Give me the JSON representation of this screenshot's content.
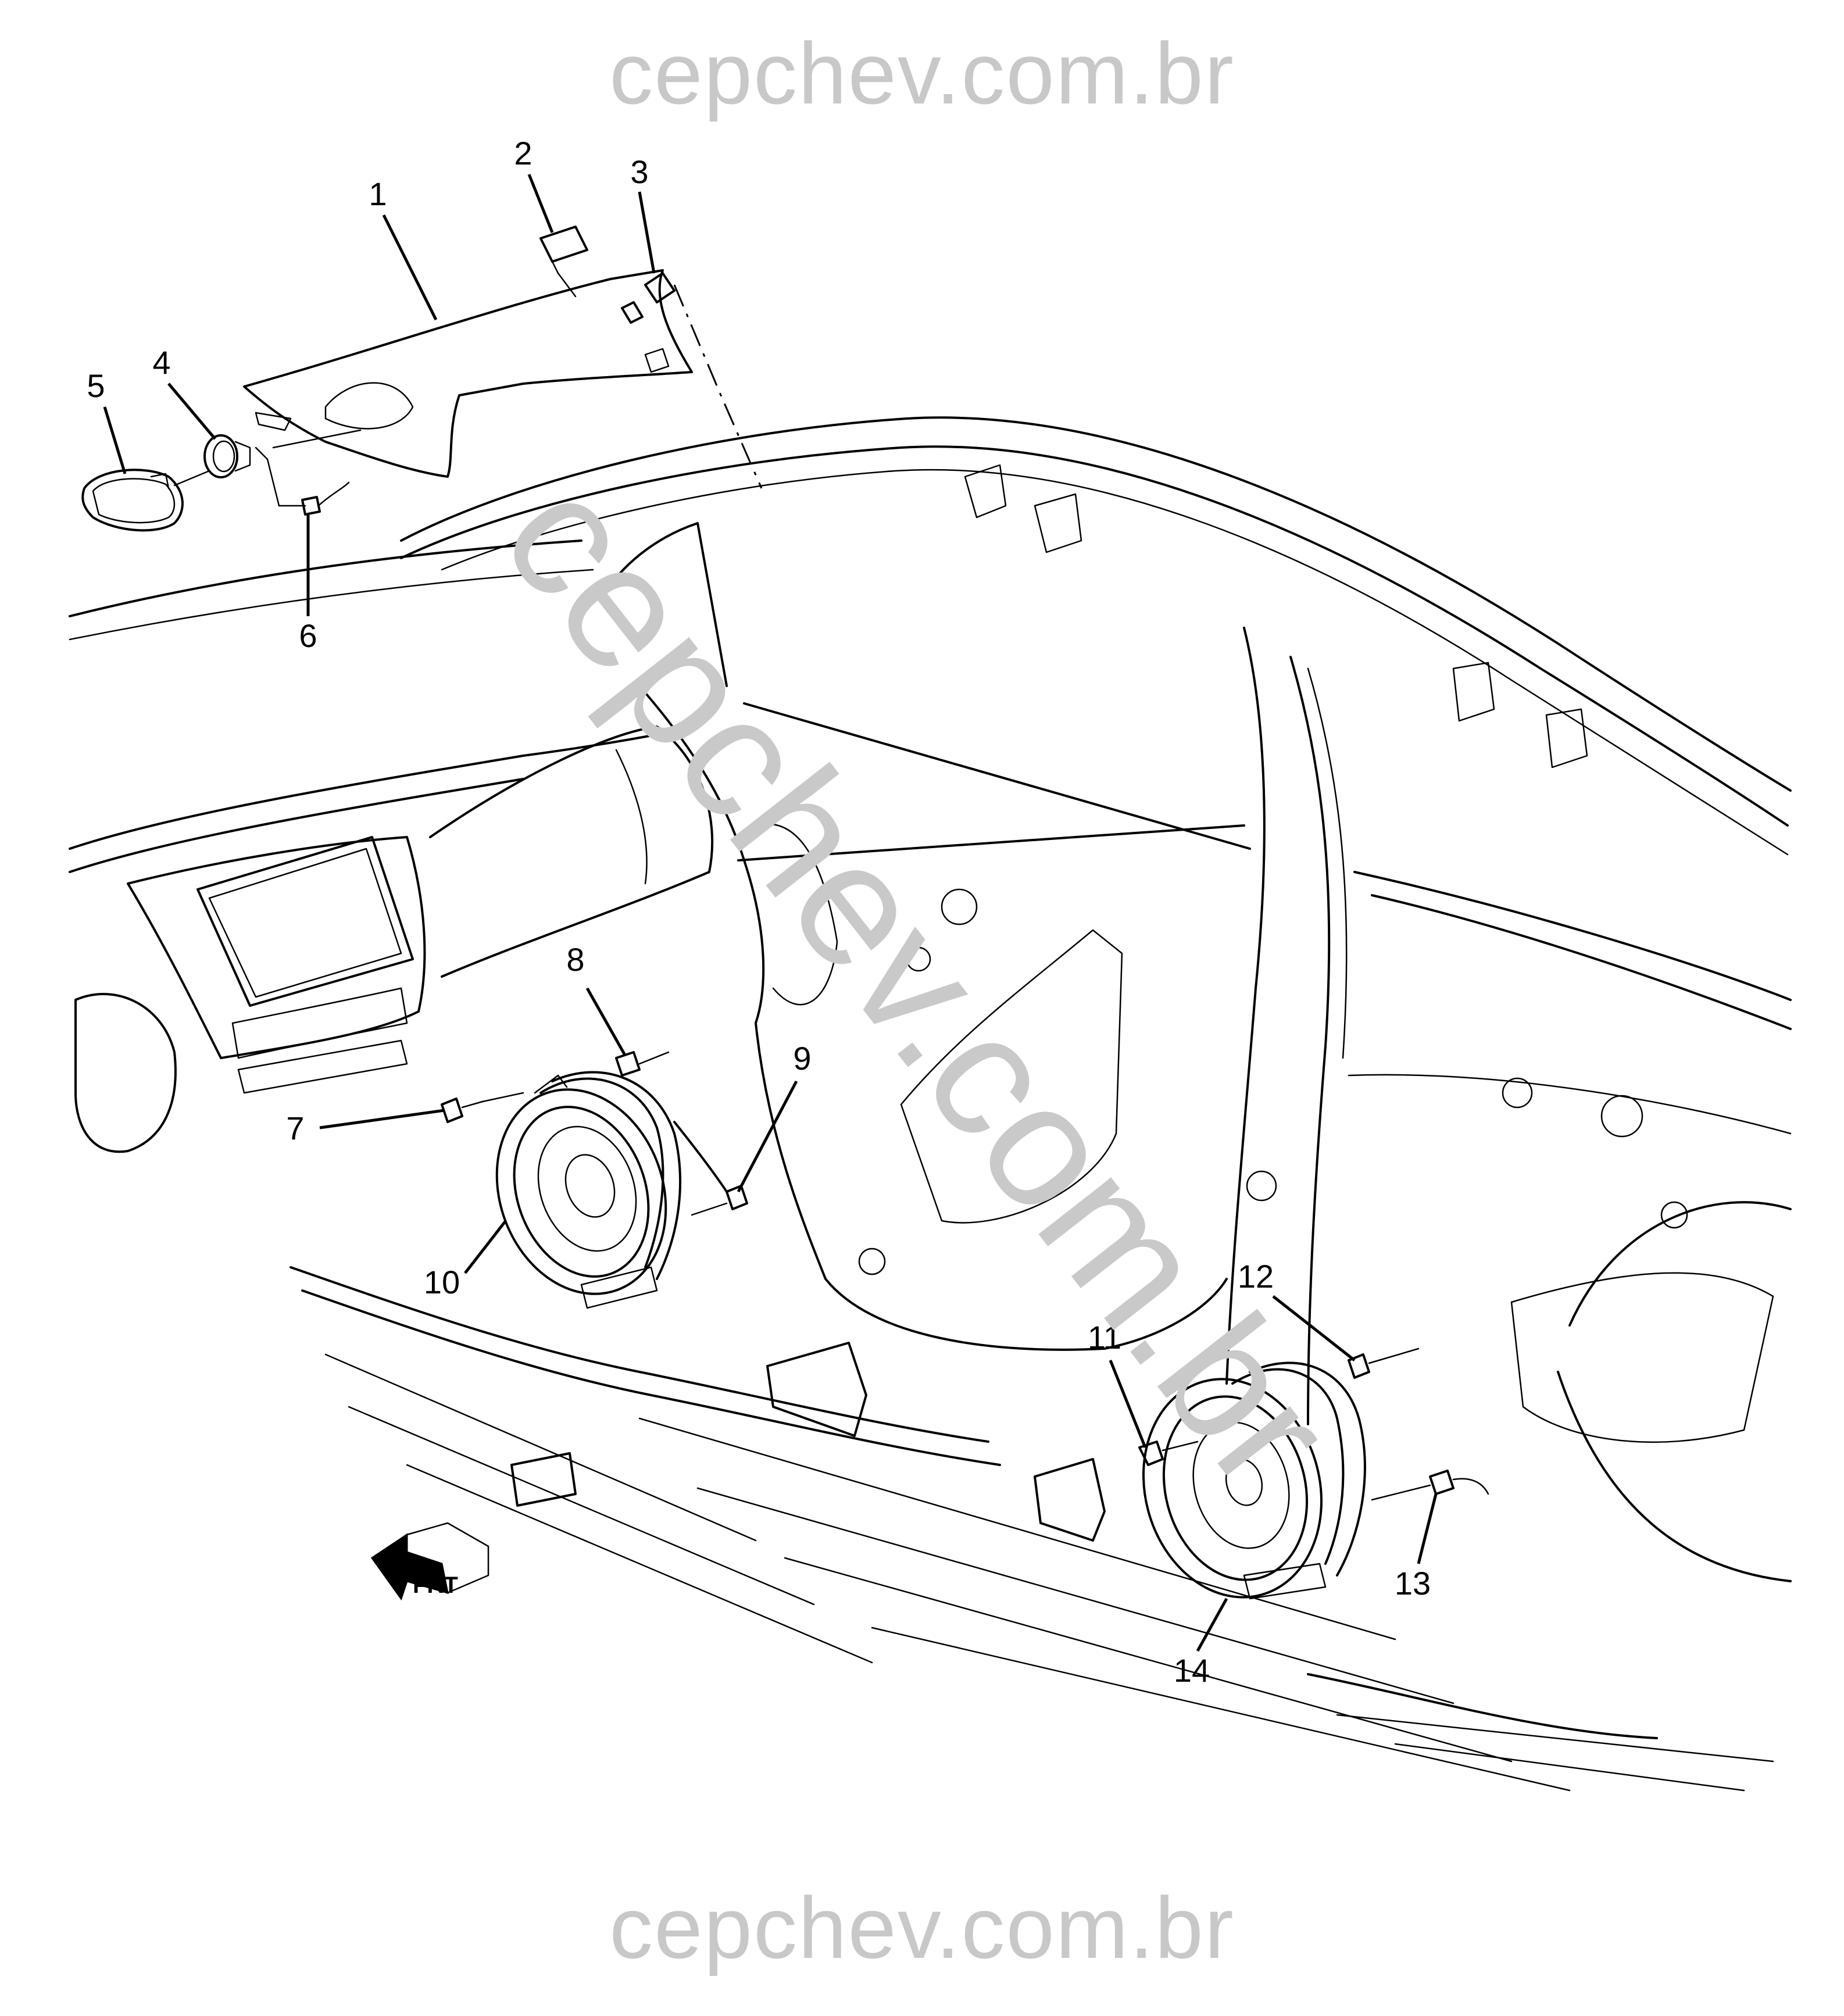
{
  "watermark": {
    "top": "cepchev.com.br",
    "bottom": "cepchev.com.br",
    "diagonal": "cepchev.com.br"
  },
  "callouts": [
    "1",
    "2",
    "3",
    "4",
    "5",
    "6",
    "7",
    "8",
    "9",
    "10",
    "11",
    "12",
    "13",
    "14"
  ],
  "direction_indicator": "FRT"
}
